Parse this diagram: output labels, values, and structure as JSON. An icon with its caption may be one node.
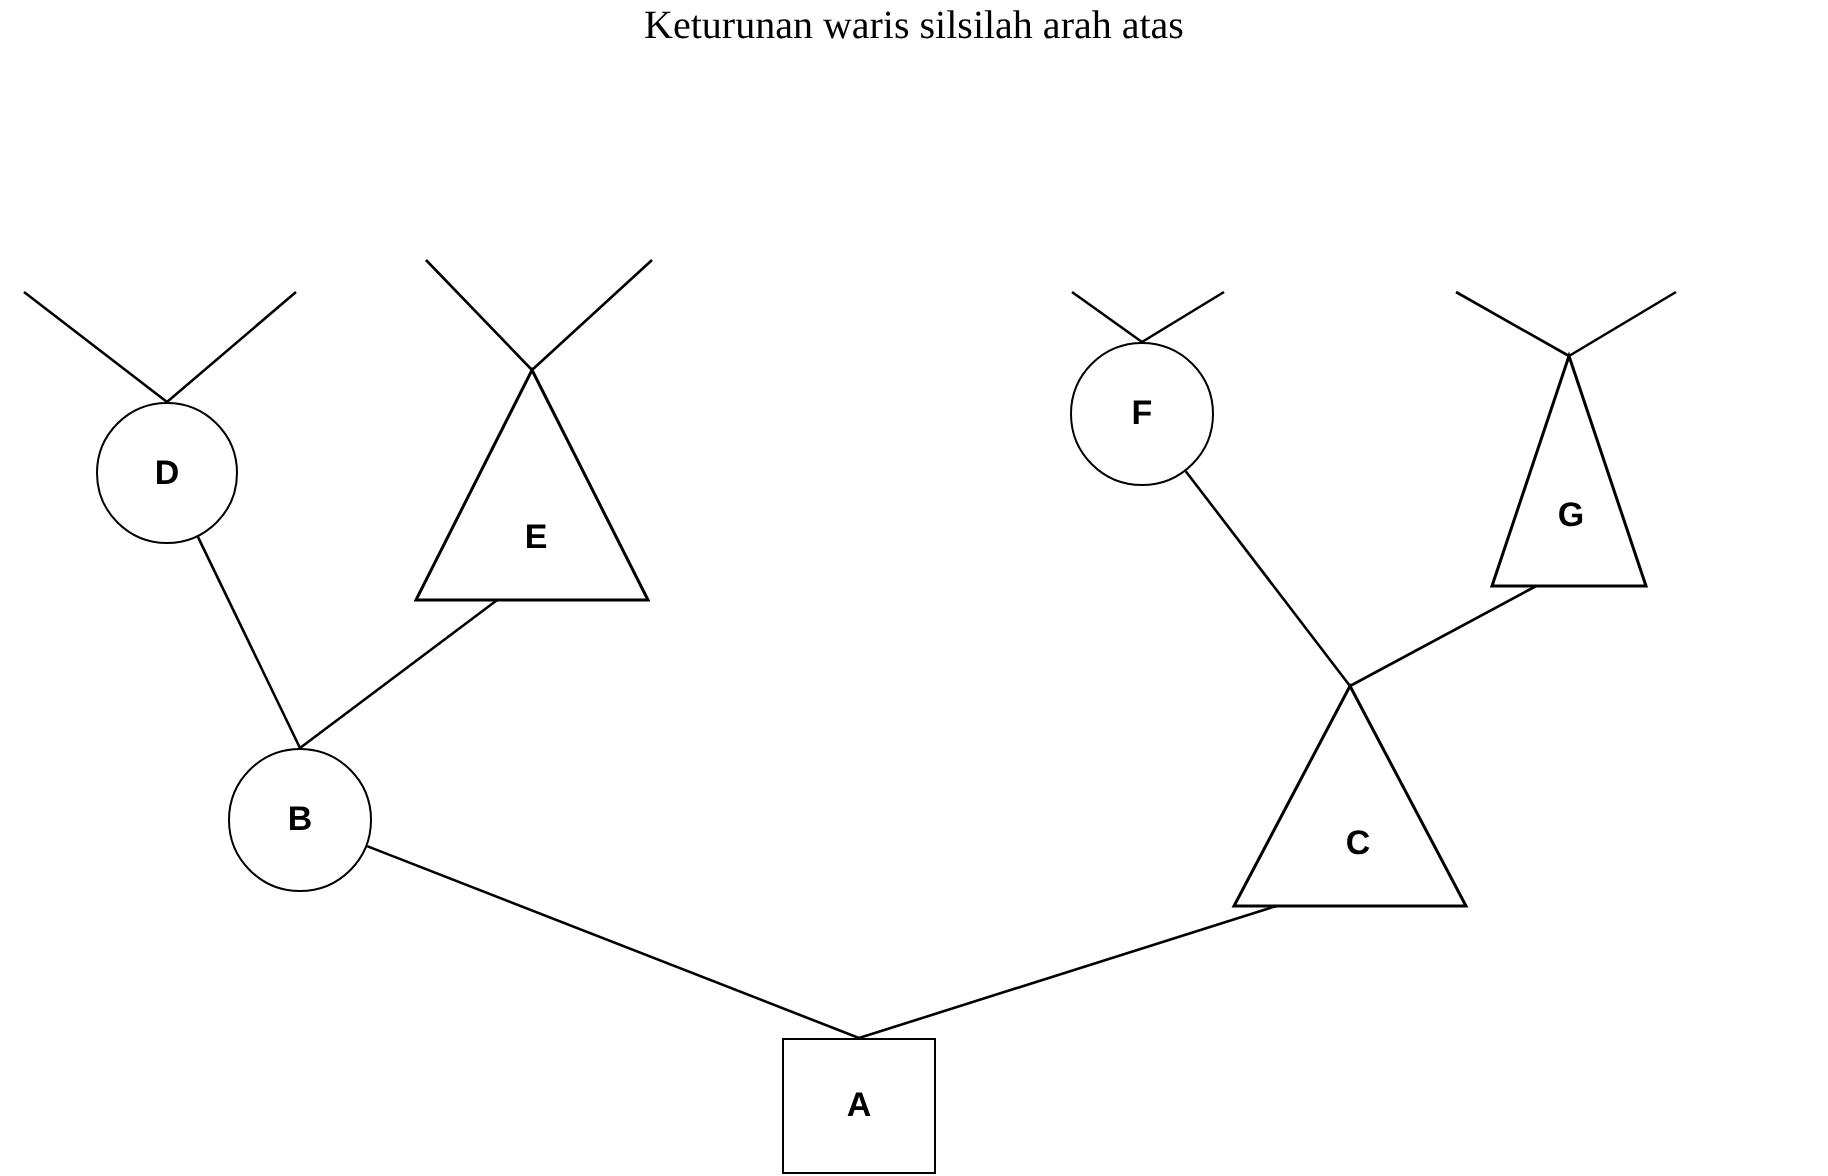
{
  "diagram": {
    "title": "Keturunan waris silsilah arah atas",
    "nodes": [
      {
        "text": [
          "D"
        ]
      },
      {
        "text": [
          "E"
        ]
      },
      {
        "text": [
          "F"
        ]
      },
      {
        "text": [
          "G"
        ]
      },
      {
        "text": [
          "B"
        ]
      },
      {
        "text": [
          "C"
        ]
      },
      {
        "text": [
          "A"
        ]
      }
    ],
    "edges": [
      {
        "from": 0,
        "to": 4,
        "arrow": "none"
      },
      {
        "from": 1,
        "to": 4,
        "arrow": "none"
      },
      {
        "from": 2,
        "to": 5,
        "arrow": "none"
      },
      {
        "from": 3,
        "to": 5,
        "arrow": "none"
      },
      {
        "from": 4,
        "to": 6,
        "arrow": "none"
      },
      {
        "from": 5,
        "to": 6,
        "arrow": "none"
      },
      {
        "from": 0,
        "to": null,
        "arrow": "none"
      },
      {
        "from": 0,
        "to": null,
        "arrow": "none"
      },
      {
        "from": 1,
        "to": null,
        "arrow": "none"
      },
      {
        "from": 1,
        "to": null,
        "arrow": "none"
      },
      {
        "from": 2,
        "to": null,
        "arrow": "none"
      },
      {
        "from": 2,
        "to": null,
        "arrow": "none"
      },
      {
        "from": 3,
        "to": null,
        "arrow": "none"
      },
      {
        "from": 3,
        "to": null,
        "arrow": "none"
      }
    ]
  }
}
